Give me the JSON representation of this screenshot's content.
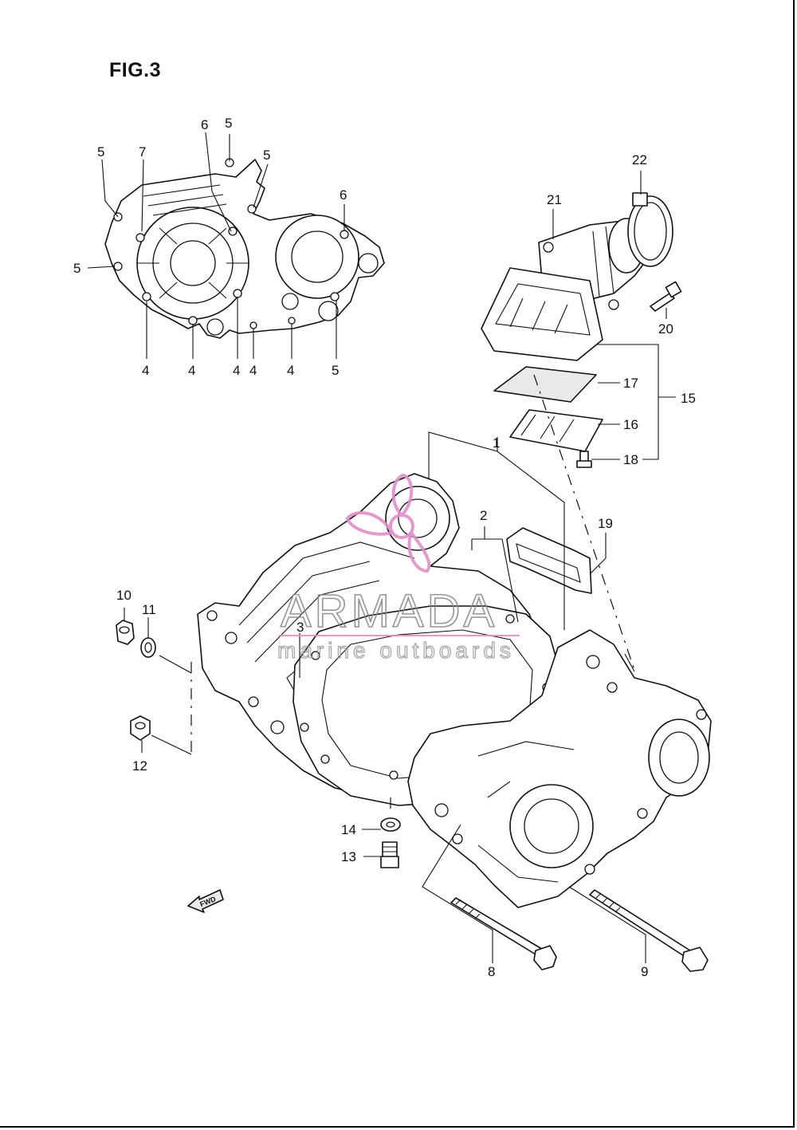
{
  "figure": {
    "title": "FIG.3"
  },
  "callouts": [
    {
      "id": "c5a",
      "label": "5"
    },
    {
      "id": "c7",
      "label": "7"
    },
    {
      "id": "c6a",
      "label": "6"
    },
    {
      "id": "c5b",
      "label": "5"
    },
    {
      "id": "c5c",
      "label": "5"
    },
    {
      "id": "c6b",
      "label": "6"
    },
    {
      "id": "c5d",
      "label": "5"
    },
    {
      "id": "c4a",
      "label": "4"
    },
    {
      "id": "c4b",
      "label": "4"
    },
    {
      "id": "c4c",
      "label": "4"
    },
    {
      "id": "c4d",
      "label": "4"
    },
    {
      "id": "c4e",
      "label": "4"
    },
    {
      "id": "c5e",
      "label": "5"
    },
    {
      "id": "c22",
      "label": "22"
    },
    {
      "id": "c21",
      "label": "21"
    },
    {
      "id": "c20",
      "label": "20"
    },
    {
      "id": "c17",
      "label": "17"
    },
    {
      "id": "c15",
      "label": "15"
    },
    {
      "id": "c16",
      "label": "16"
    },
    {
      "id": "c18",
      "label": "18"
    },
    {
      "id": "c1",
      "label": "1"
    },
    {
      "id": "c2",
      "label": "2"
    },
    {
      "id": "c19",
      "label": "19"
    },
    {
      "id": "c10",
      "label": "10"
    },
    {
      "id": "c11",
      "label": "11"
    },
    {
      "id": "c3",
      "label": "3"
    },
    {
      "id": "c12",
      "label": "12"
    },
    {
      "id": "c14",
      "label": "14"
    },
    {
      "id": "c13",
      "label": "13"
    },
    {
      "id": "c8",
      "label": "8"
    },
    {
      "id": "c9",
      "label": "9"
    }
  ],
  "fwd_marker": {
    "label": "FWD"
  },
  "watermark": {
    "brand": "ARMADA",
    "tagline": "marine outboards",
    "color": "#e08fc8"
  }
}
